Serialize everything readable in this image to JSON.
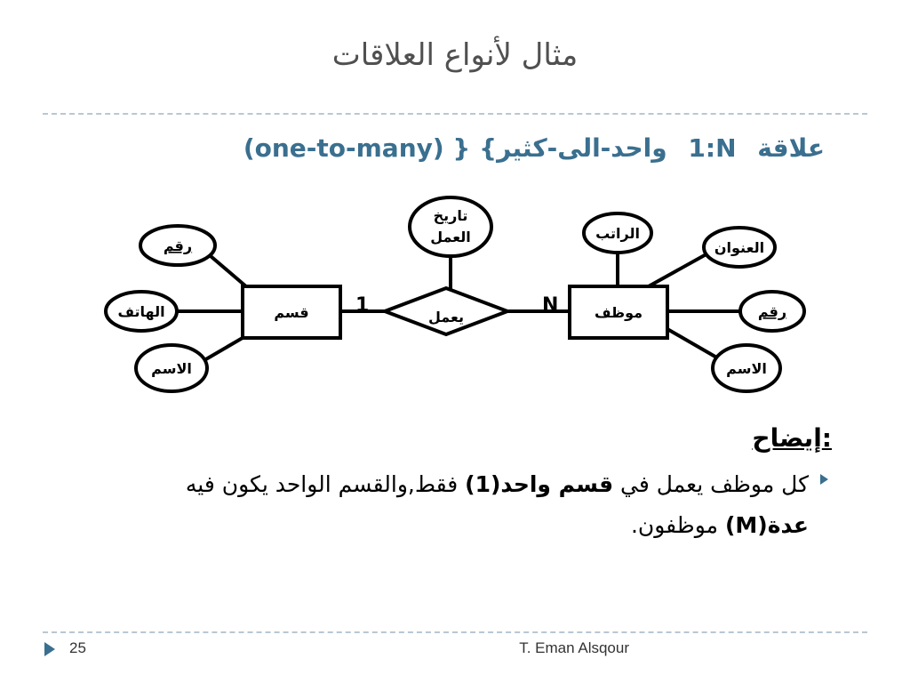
{
  "slide": {
    "title": "مثال لأنواع العلاقات",
    "subtitle": {
      "prefix": "علاقة",
      "ratio": "1:N",
      "arabic": "{واحد-الى-كثير",
      "english": "(one-to-many) }"
    }
  },
  "diagram": {
    "entities": {
      "left": "قسم",
      "right": "موظف"
    },
    "relationship": "يعمل",
    "cardinality": {
      "left": "1",
      "right": "N"
    },
    "relationship_attribute": {
      "line1": "تاريخ",
      "line2": "العمل"
    },
    "left_attributes": {
      "number": "رقم",
      "phone": "الهاتف",
      "name": "الاسم"
    },
    "right_attributes": {
      "salary": "الراتب",
      "address": "العنوان",
      "number": "رقم",
      "name": "الاسم"
    }
  },
  "note": {
    "heading": "إيضاح:",
    "part1": "كل موظف يعمل في ",
    "bold1": "قسم واحد(1)",
    "part2": " فقط,والقسم الواحد يكون فيه ",
    "bold2": "عدة(M)",
    "part3": " موظفون."
  },
  "footer": {
    "page": "25",
    "author": "T. Eman Alsqour"
  },
  "colors": {
    "accent": "#3a6f8f",
    "rule": "#b9c7d2",
    "bullet": "#3a6f8f"
  }
}
